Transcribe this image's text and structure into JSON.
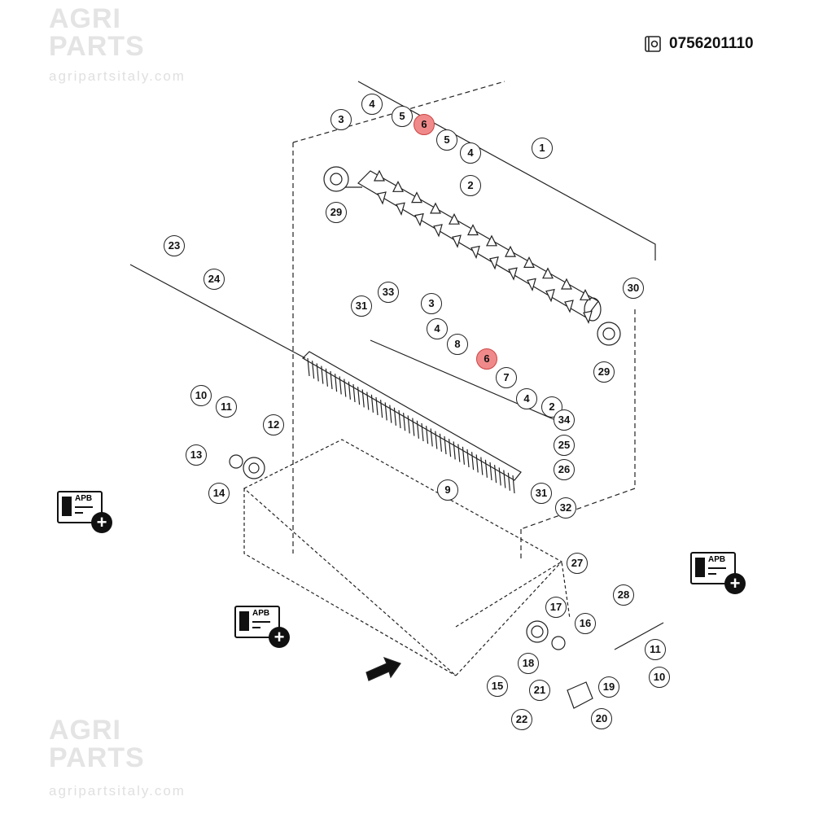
{
  "watermark": {
    "brand": "AGRI\nPARTS",
    "url": "agripartsitaly.com"
  },
  "part_code": {
    "icon": "blueprint-gear-icon",
    "value": "0756201110"
  },
  "apb_buttons": {
    "label": "APB",
    "icon": "plus-icon"
  },
  "callouts": [
    "3",
    "4",
    "5",
    "6",
    "5",
    "4",
    "1",
    "2",
    "29",
    "23",
    "24",
    "33",
    "31",
    "3",
    "4",
    "8",
    "6",
    "7",
    "4",
    "2",
    "30",
    "29",
    "10",
    "11",
    "12",
    "13",
    "14",
    "34",
    "25",
    "26",
    "9",
    "31",
    "32",
    "27",
    "28",
    "17",
    "16",
    "18",
    "11",
    "10",
    "19",
    "15",
    "21",
    "20",
    "22"
  ],
  "highlight_color": "#f08a8a"
}
